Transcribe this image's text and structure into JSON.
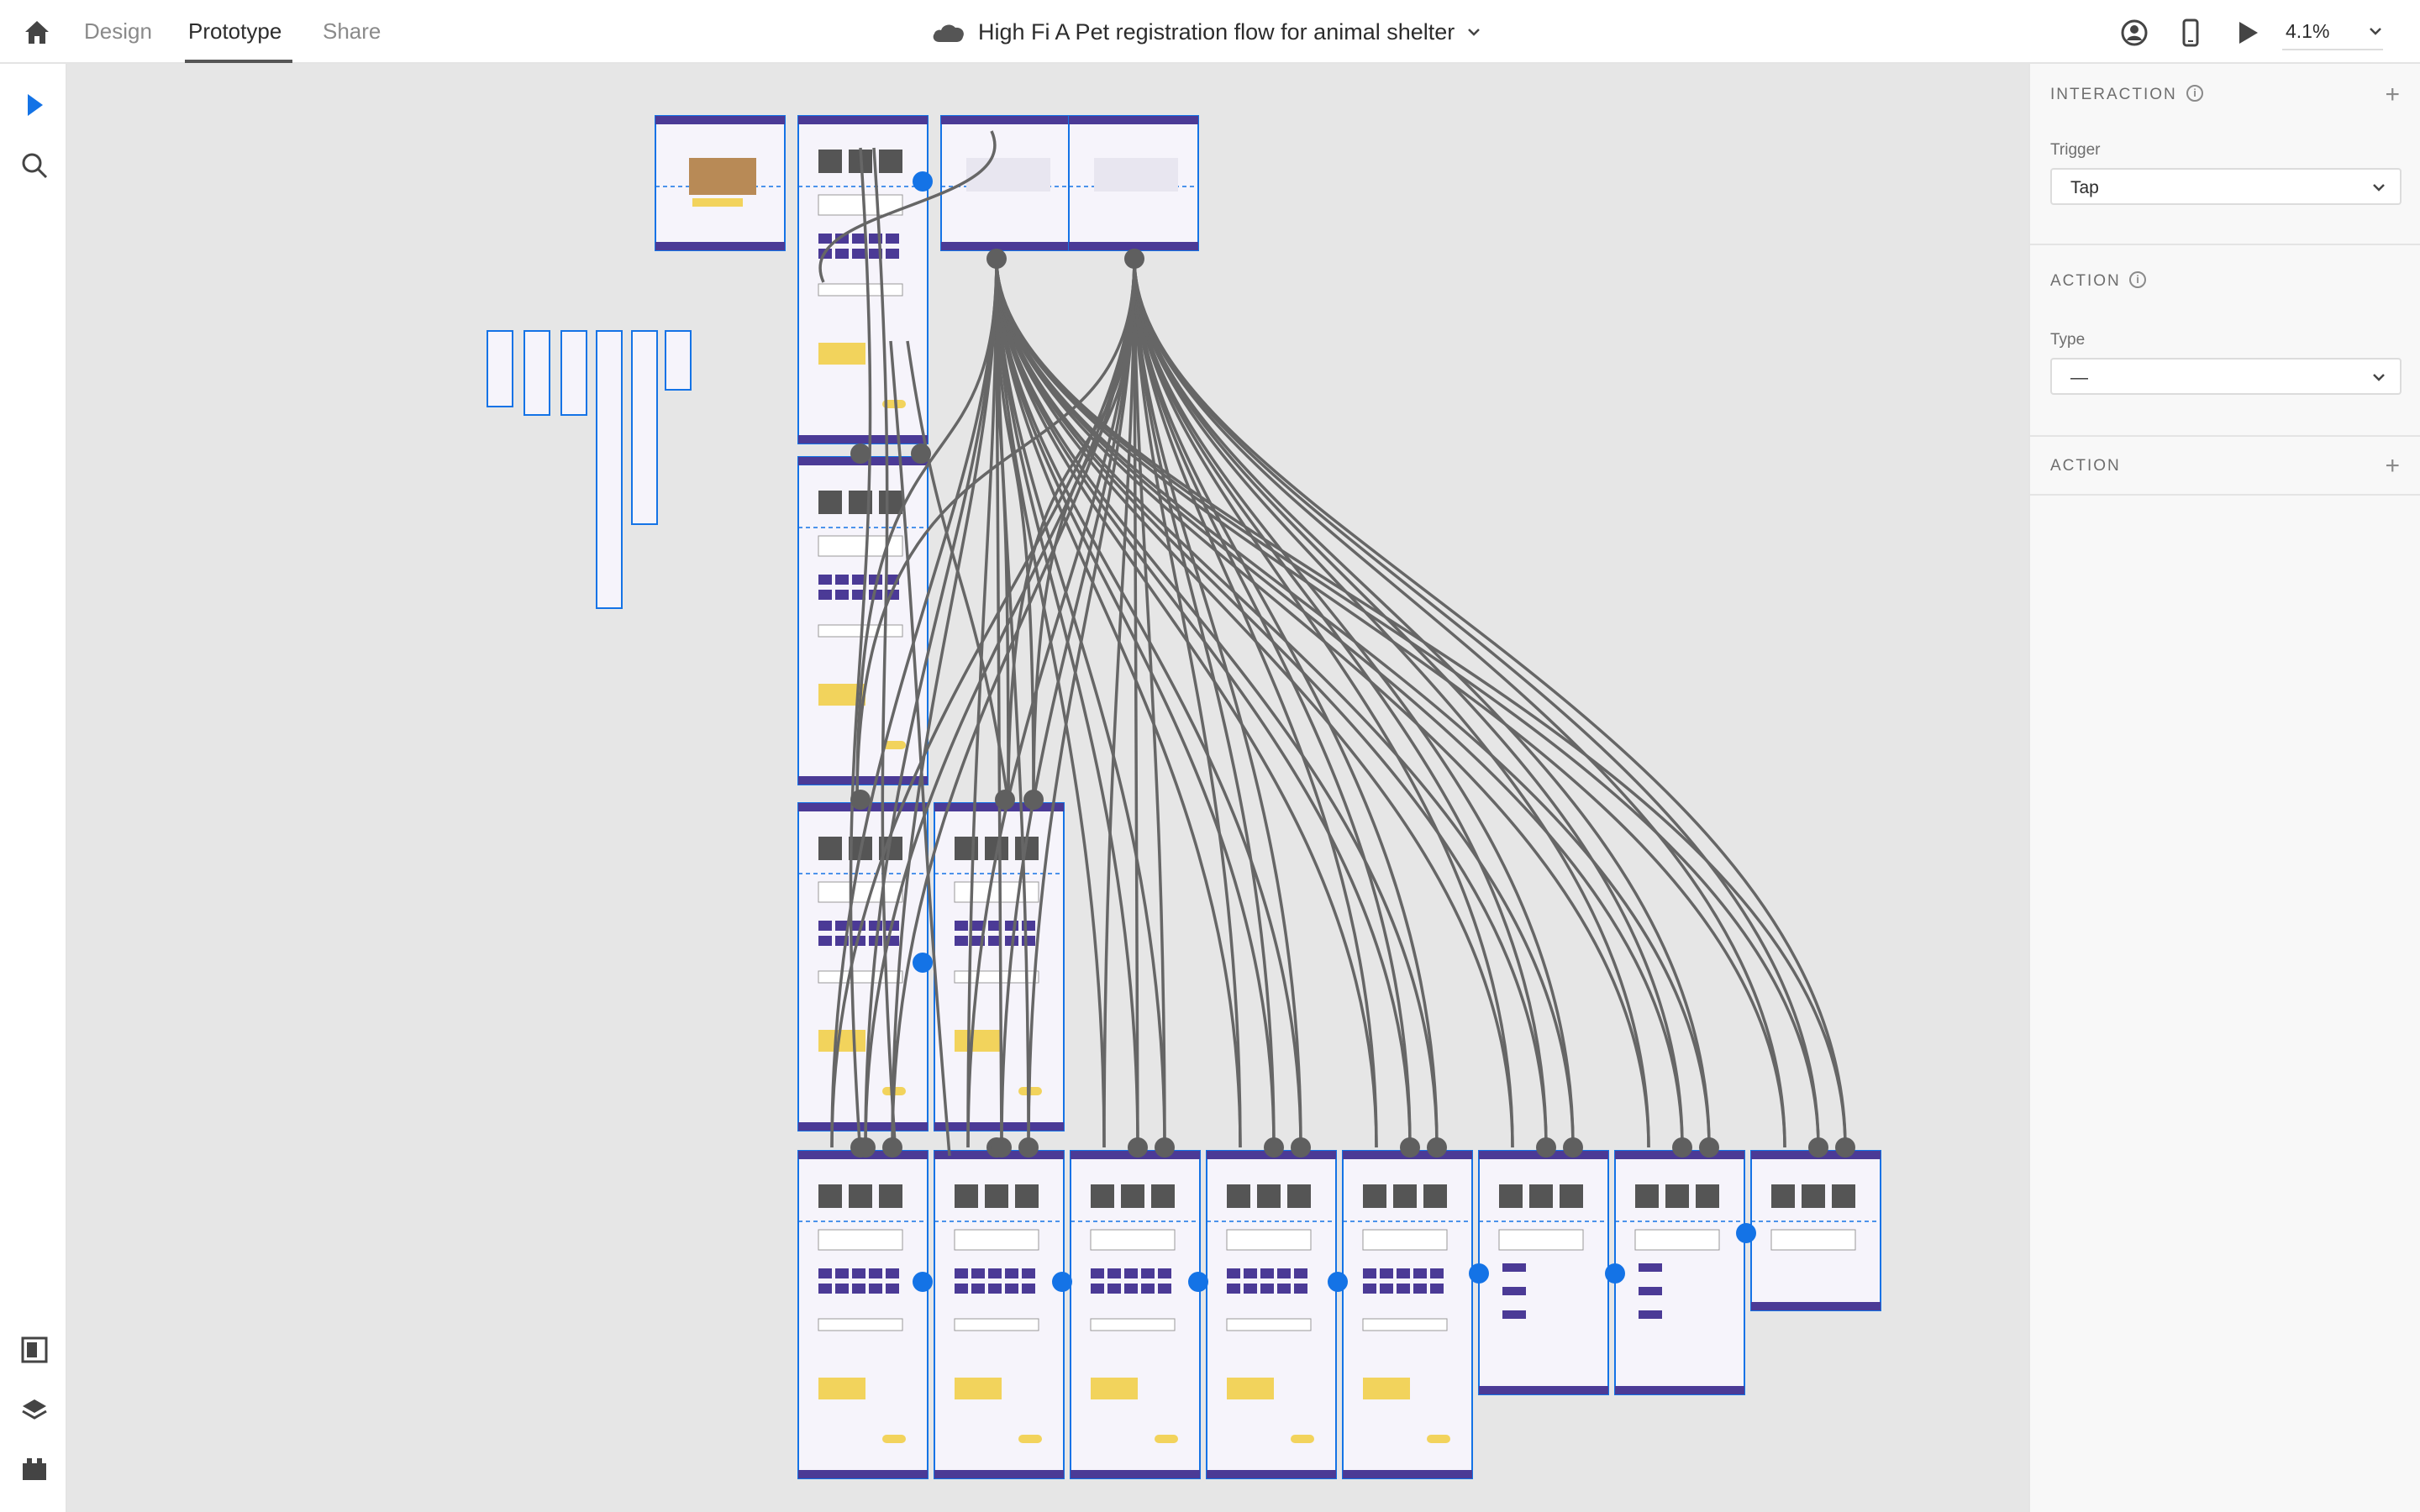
{
  "topbar": {
    "tabs": [
      "Design",
      "Prototype",
      "Share"
    ],
    "active_tab": "Prototype",
    "document_title": "High Fi A Pet registration flow for animal shelter",
    "zoom": "4.1%",
    "icons": [
      "home-icon",
      "cloud-icon",
      "chevron-down-icon",
      "user-share-icon",
      "device-preview-icon",
      "play-icon"
    ]
  },
  "leftbar": {
    "tools": [
      "select-arrow-icon",
      "search-icon"
    ],
    "bottom_tools": [
      "assets-icon",
      "layers-icon",
      "plugins-icon"
    ]
  },
  "panel": {
    "interaction": {
      "title": "INTERACTION",
      "trigger_label": "Trigger",
      "trigger_value": "Tap"
    },
    "action": {
      "title": "ACTION",
      "type_label": "Type",
      "type_value": "—"
    },
    "action2": {
      "title": "ACTION"
    }
  },
  "colors": {
    "accent": "#1473e6",
    "wire": "#666666",
    "artboard_purple": "#4b3a96",
    "artboard_yellow": "#f2d35c",
    "canvas": "#e6e6e6"
  }
}
